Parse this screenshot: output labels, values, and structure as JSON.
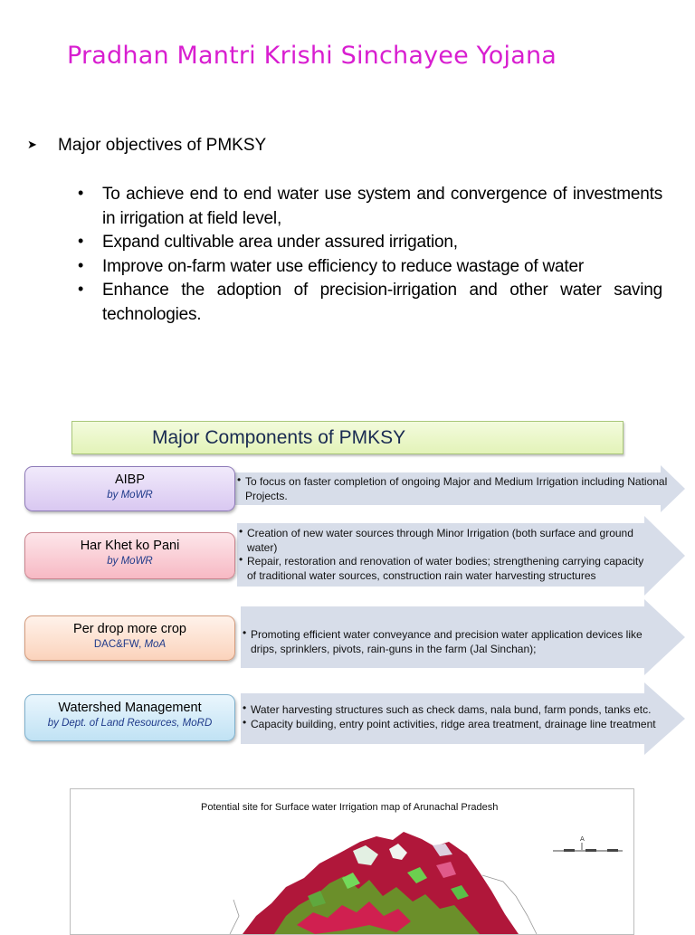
{
  "title": "Pradhan Mantri Krishi Sinchayee Yojana",
  "objectives_heading": "Major objectives of PMKSY",
  "objectives": [
    "To achieve end to end water use system and convergence of investments in irrigation at field level,",
    "Expand cultivable area under assured irrigation,",
    "Improve on-farm water use efficiency to reduce wastage of water",
    "Enhance the adoption of precision-irrigation and other water saving technologies."
  ],
  "components_heading": "Major Components of PMKSY",
  "components": [
    {
      "name": "AIBP",
      "by": "by MoWR",
      "points": [
        "To focus on faster completion of ongoing Major and Medium Irrigation including National Projects."
      ]
    },
    {
      "name": "Har Khet ko Pani",
      "by": "by MoWR",
      "points": [
        "Creation of new water sources through Minor Irrigation (both surface and ground water)",
        "Repair, restoration and renovation of water bodies; strengthening carrying capacity of traditional water sources, construction rain water harvesting structures"
      ]
    },
    {
      "name": "Per drop more crop",
      "by_prefix": "DAC&FW, ",
      "by": "MoA",
      "points": [
        "Promoting efficient water conveyance and precision water application devices like drips, sprinklers, pivots, rain-guns in the farm (Jal Sinchan);"
      ]
    },
    {
      "name": "Watershed Management",
      "by": "by Dept. of Land Resources, MoRD",
      "points": [
        "Water harvesting structures such as check dams, nala bund, farm ponds, tanks etc.",
        "Capacity building, entry point activities, ridge area treatment, drainage line treatment"
      ]
    }
  ],
  "map": {
    "title": "Potential site for Surface water Irrigation  map of Arunachal Pradesh"
  },
  "colors": {
    "title": "#d81ed0",
    "aibp_box": "#e3d6f5",
    "har_khet_box": "#fbd0d8",
    "per_drop_box": "#fde3d2",
    "watershed_box": "#d4ecf8",
    "arrow": "#d7dde9"
  }
}
